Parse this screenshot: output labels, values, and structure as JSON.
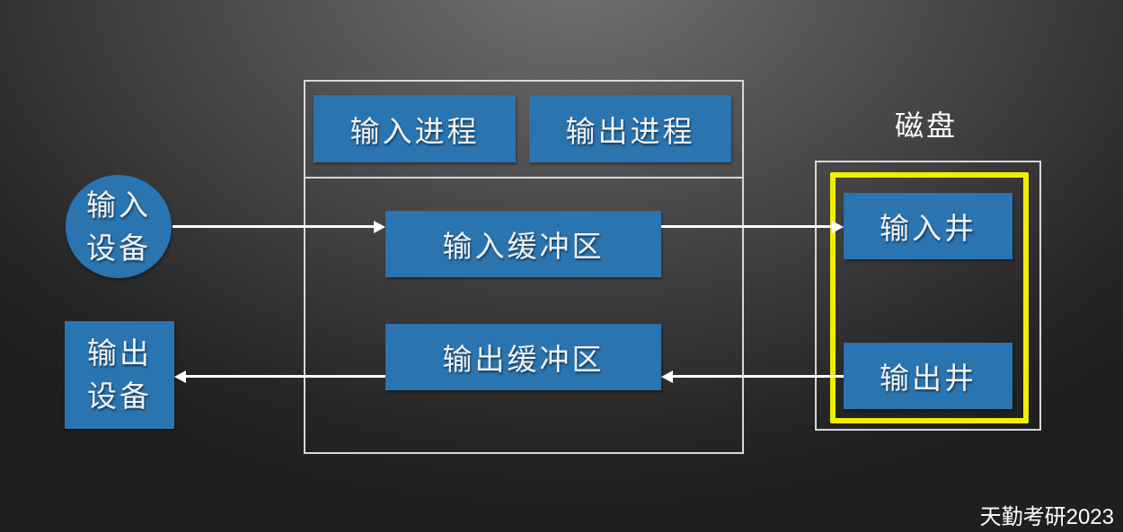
{
  "nodes": {
    "input_process": "输入进程",
    "output_process": "输出进程",
    "input_device": [
      "输入",
      "设备"
    ],
    "output_device": [
      "输出",
      "设备"
    ],
    "input_buffer": "输入缓冲区",
    "output_buffer": "输出缓冲区",
    "disk_label": "磁盘",
    "input_well": "输入井",
    "output_well": "输出井"
  },
  "colors": {
    "box": "#2a74b0",
    "highlight": "#f0ee00"
  },
  "watermark": "天勤考研2023"
}
